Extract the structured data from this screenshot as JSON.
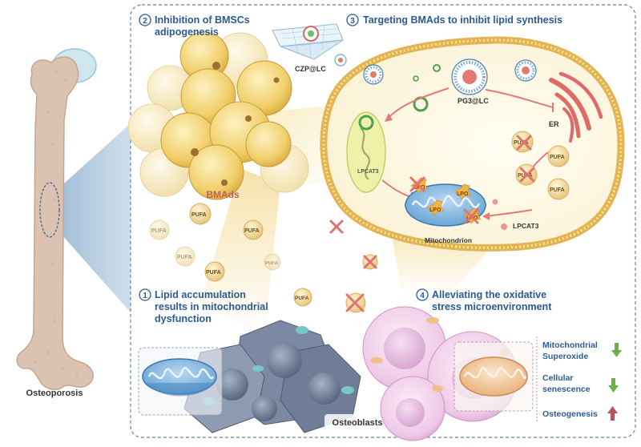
{
  "figure": {
    "left_label": "Osteoporosis",
    "panel_1": {
      "number": "1",
      "line1": "Lipid accumulation",
      "line2": "results in mitochondrial",
      "line3": "dysfunction"
    },
    "panel_2": {
      "number": "2",
      "line1": "Inhibition of BMSCs",
      "line2": "adipogenesis"
    },
    "panel_3": {
      "number": "3",
      "line1": "Targeting BMAds to inhibit lipid synthesis"
    },
    "panel_4": {
      "number": "4",
      "line1": "Alleviating the oxidative",
      "line2": "stress microenvironment"
    },
    "labels": {
      "czp": "CZP@LC",
      "pg3": "PG3@LC",
      "er": "ER",
      "lpcat3_vesicle": "LPCAT3",
      "lpcat3_right": "LPCAT3",
      "mitochondrion": "Mitochondrion",
      "bmads": "BMAds",
      "osteoblasts": "Osteoblasts",
      "pufa": "PUFA",
      "lpo": "LPO"
    },
    "outcomes": [
      {
        "line1": "Mitochondrial",
        "line2": "Superoxide",
        "direction": "down",
        "color": "#6cb04a"
      },
      {
        "line1": "Cellular",
        "line2": "senescence",
        "direction": "down",
        "color": "#6cb04a"
      },
      {
        "line1": "Osteogenesis",
        "line2": "",
        "direction": "up",
        "color": "#b5535b"
      }
    ],
    "colors": {
      "heading": "#2c5b93",
      "bone": "#dcc3b1",
      "fat": "#f2d57a",
      "cell_membrane": "#e8c064",
      "er": "#e47a78",
      "inhibit": "#e27a7a",
      "osteoblast": "#6b7b95",
      "pink_cell": "#e9bfe0"
    }
  }
}
